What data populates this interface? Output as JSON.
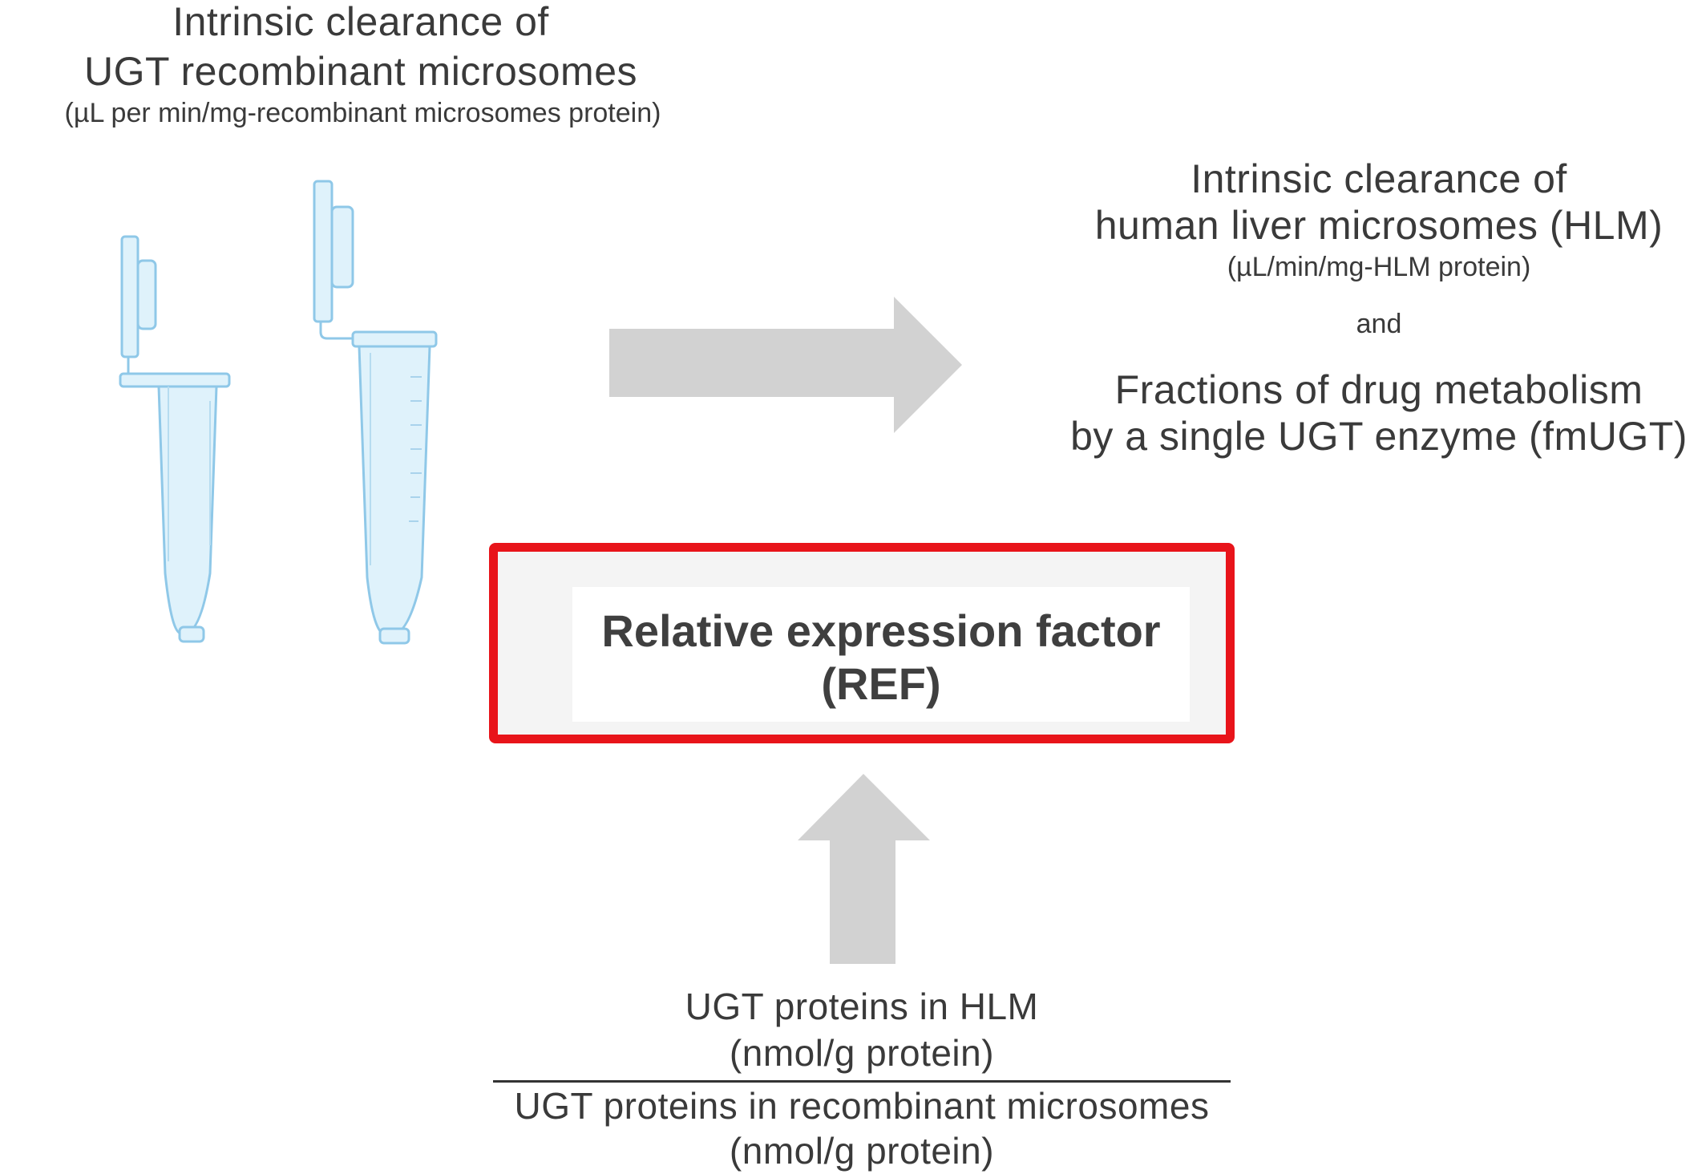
{
  "left_label": {
    "line1": "Intrinsic clearance of",
    "line2": "UGT  recombinant  microsomes",
    "unit": "(µL per min/mg-recombinant microsomes protein)"
  },
  "right_label": {
    "line1": "Intrinsic clearance of",
    "line2": "human  liver  microsomes  (HLM)",
    "unit": "(µL/min/mg-HLM protein)",
    "connector": "and",
    "line3": "Fractions of drug metabolism",
    "line4": "by a single  UGT  enzyme  (fmUGT)"
  },
  "ref_box": {
    "line1": "Relative expression factor",
    "line2": "(REF)",
    "border_color": "#e8141a"
  },
  "fraction": {
    "numerator_line1": "UGT proteins in HLM",
    "numerator_line2": "(nmol/g protein)",
    "denominator_line1": "UGT proteins in recombinant microsomes",
    "denominator_line2": "(nmol/g protein)"
  },
  "colors": {
    "arrow": "#d2d2d2",
    "tube_fill": "#dff2fb",
    "tube_stroke": "#8fc8e8"
  }
}
